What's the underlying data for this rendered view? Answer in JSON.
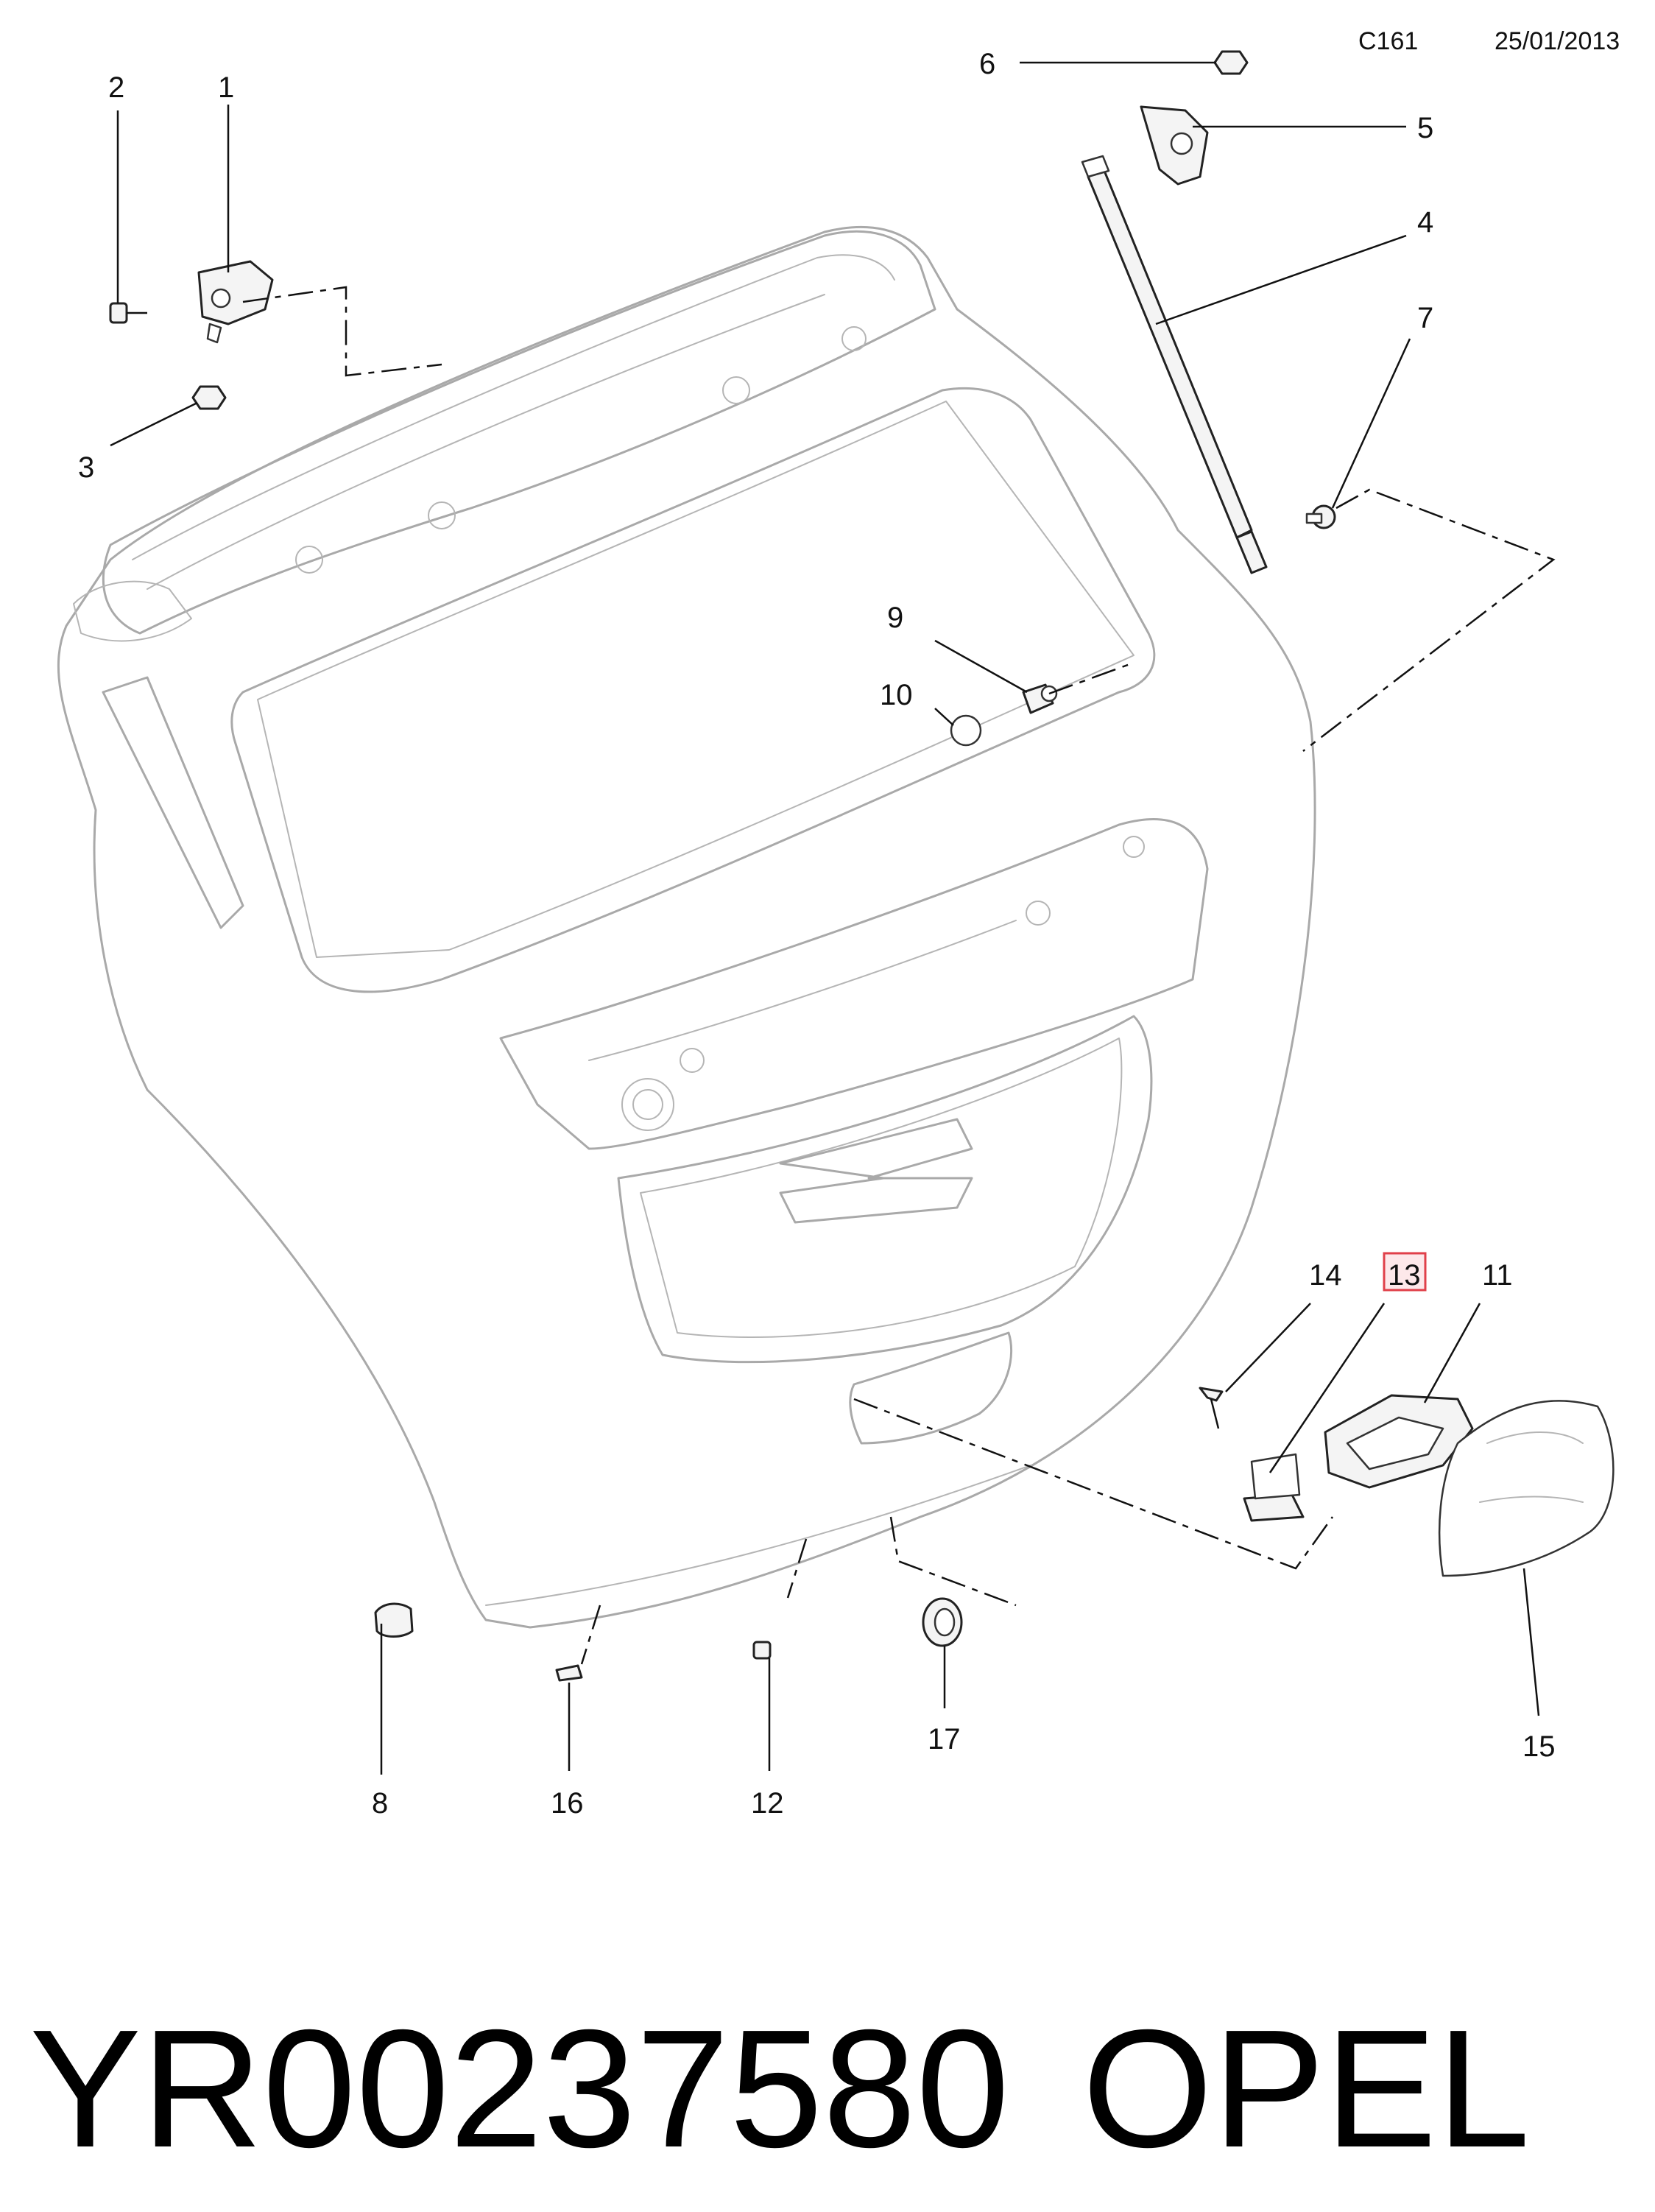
{
  "header": {
    "code": "C161",
    "date": "25/01/2013"
  },
  "callouts": {
    "c1": "1",
    "c2": "2",
    "c3": "3",
    "c4": "4",
    "c5": "5",
    "c6": "6",
    "c7": "7",
    "c8": "8",
    "c9": "9",
    "c10": "10",
    "c11": "11",
    "c12": "12",
    "c13": "13",
    "c14": "14",
    "c15": "15",
    "c16": "16",
    "c17": "17"
  },
  "highlight": {
    "callout": "13",
    "color": "#e0404a"
  },
  "caption": {
    "part_number": "YR00237580",
    "brand": "OPEL"
  }
}
